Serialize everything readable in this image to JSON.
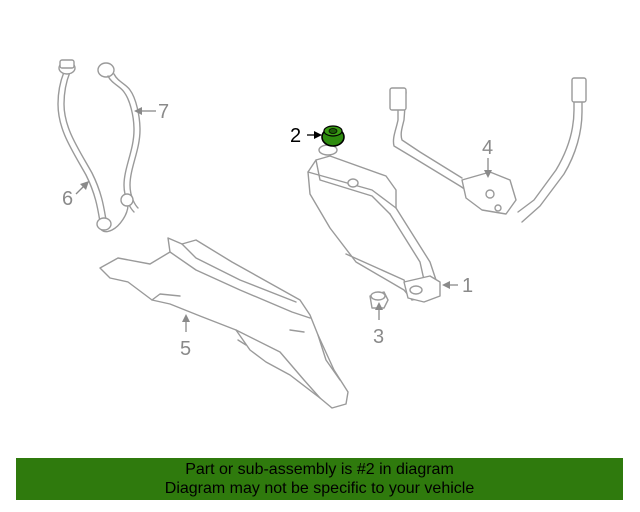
{
  "callouts": [
    {
      "id": "1",
      "label": "1",
      "highlighted": false
    },
    {
      "id": "2",
      "label": "2",
      "highlighted": true
    },
    {
      "id": "3",
      "label": "3",
      "highlighted": false
    },
    {
      "id": "4",
      "label": "4",
      "highlighted": false
    },
    {
      "id": "5",
      "label": "5",
      "highlighted": false
    },
    {
      "id": "6",
      "label": "6",
      "highlighted": false
    },
    {
      "id": "7",
      "label": "7",
      "highlighted": false
    }
  ],
  "colors": {
    "banner_background": "#2f7a0d",
    "part_line": "#9a9a9a",
    "highlight_part": "#2e8b0f",
    "callout_text": "#8a8a8a",
    "highlight_callout_text": "#000000"
  },
  "banner": {
    "line1": "Part or sub-assembly is #2 in diagram",
    "line2": "Diagram may not be specific to your vehicle"
  }
}
